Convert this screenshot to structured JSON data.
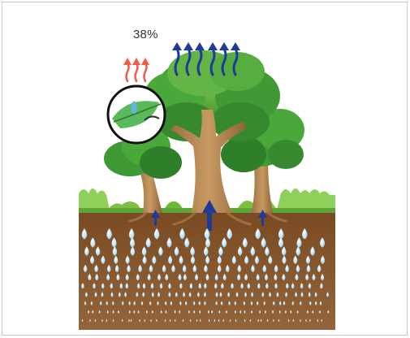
{
  "figure": {
    "percentage_label": "38%"
  },
  "colors": {
    "soil": "#8b5a2b",
    "soil_dark": "#6e4321",
    "grass": "#7cc043",
    "canopy": "#3f9a35",
    "trunk": "#b98a52",
    "water_drop": "#bfe3f7",
    "arrow_blue": "#1f3b9a",
    "wave_red": "#ef5a4a",
    "leaf": "#5bb85b"
  },
  "icons": [
    "transpiration-arrows",
    "evaporation-arrows",
    "leaf-magnifier",
    "water-uptake-arrows",
    "water-drops"
  ]
}
